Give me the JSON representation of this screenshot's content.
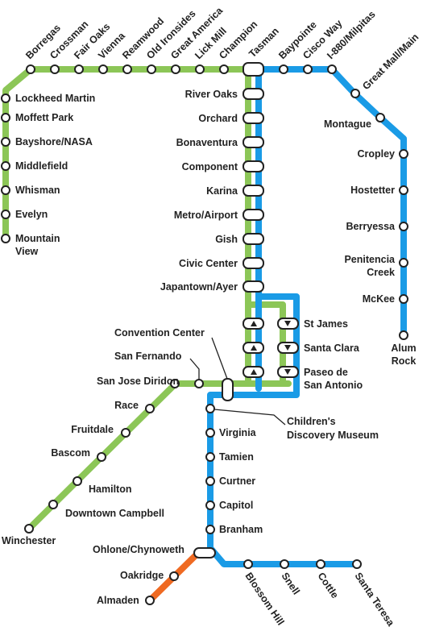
{
  "colors": {
    "green": "#8cc657",
    "blue": "#1a9be6",
    "orange": "#ef6a22",
    "station_fill": "#ffffff",
    "station_stroke": "#222222",
    "text": "#222222"
  },
  "stations": {
    "borregas": "Borregas",
    "crossman": "Crossman",
    "fair_oaks": "Fair Oaks",
    "vienna": "Vienna",
    "reamwood": "Reamwood",
    "old_ironsides": "Old Ironsides",
    "great_america": "Great America",
    "lick_mill": "Lick Mill",
    "champion": "Champion",
    "tasman": "Tasman",
    "baypointe": "Baypointe",
    "cisco_way": "Cisco Way",
    "i880_milpitas": "I-880/Milpitas",
    "great_mall_main": "Great Mall/Main",
    "montague": "Montague",
    "cropley": "Cropley",
    "hostetter": "Hostetter",
    "berryessa": "Berryessa",
    "penitencia_creek_1": "Penitencia",
    "penitencia_creek_2": "Creek",
    "mckee": "McKee",
    "alum_rock_1": "Alum",
    "alum_rock_2": "Rock",
    "lockheed_martin": "Lockheed Martin",
    "moffett_park": "Moffett Park",
    "bayshore_nasa": "Bayshore/NASA",
    "middlefield": "Middlefield",
    "whisman": "Whisman",
    "evelyn": "Evelyn",
    "mountain_view_1": "Mountain",
    "mountain_view_2": "View",
    "river_oaks": "River Oaks",
    "orchard": "Orchard",
    "bonaventura": "Bonaventura",
    "component": "Component",
    "karina": "Karina",
    "metro_airport": "Metro/Airport",
    "gish": "Gish",
    "civic_center": "Civic Center",
    "japantown_ayer": "Japantown/Ayer",
    "st_james": "St James",
    "santa_clara": "Santa Clara",
    "paseo_1": "Paseo de",
    "paseo_2": "San Antonio",
    "convention_center": "Convention Center",
    "san_fernando": "San Fernando",
    "san_jose_diridon": "San Jose Diridon",
    "childrens_museum_1": "Children's",
    "childrens_museum_2": "Discovery Museum",
    "race": "Race",
    "fruitdale": "Fruitdale",
    "bascom": "Bascom",
    "hamilton": "Hamilton",
    "downtown_campbell": "Downtown Campbell",
    "winchester": "Winchester",
    "virginia": "Virginia",
    "tamien": "Tamien",
    "curtner": "Curtner",
    "capitol": "Capitol",
    "branham": "Branham",
    "ohlone_chynoweth": "Ohlone/Chynoweth",
    "oakridge": "Oakridge",
    "almaden": "Almaden",
    "blossom_hill": "Blossom Hill",
    "snell": "Snell",
    "cottle": "Cottle",
    "santa_teresa": "Santa Teresa"
  }
}
